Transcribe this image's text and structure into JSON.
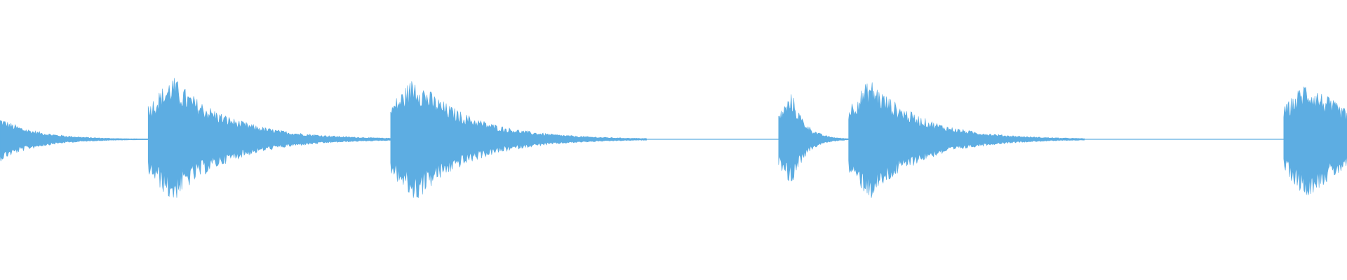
{
  "waveform": {
    "color": "#5DADE2",
    "background": "#FFFFFF",
    "bursts": [
      {
        "start": 0.0,
        "length": 0.115,
        "peak": 0.16,
        "attack": 0.0,
        "tail": "decay"
      },
      {
        "start": 0.11,
        "length": 0.19,
        "peak": 0.46,
        "attack": 0.018,
        "tail": "decay"
      },
      {
        "start": 0.29,
        "length": 0.19,
        "peak": 0.46,
        "attack": 0.018,
        "tail": "decay"
      },
      {
        "start": 0.578,
        "length": 0.052,
        "peak": 0.34,
        "attack": 0.01,
        "tail": "decay"
      },
      {
        "start": 0.63,
        "length": 0.175,
        "peak": 0.44,
        "attack": 0.016,
        "tail": "decay"
      },
      {
        "start": 0.953,
        "length": 0.047,
        "peak": 0.42,
        "attack": 0.016,
        "tail": "open"
      }
    ]
  }
}
